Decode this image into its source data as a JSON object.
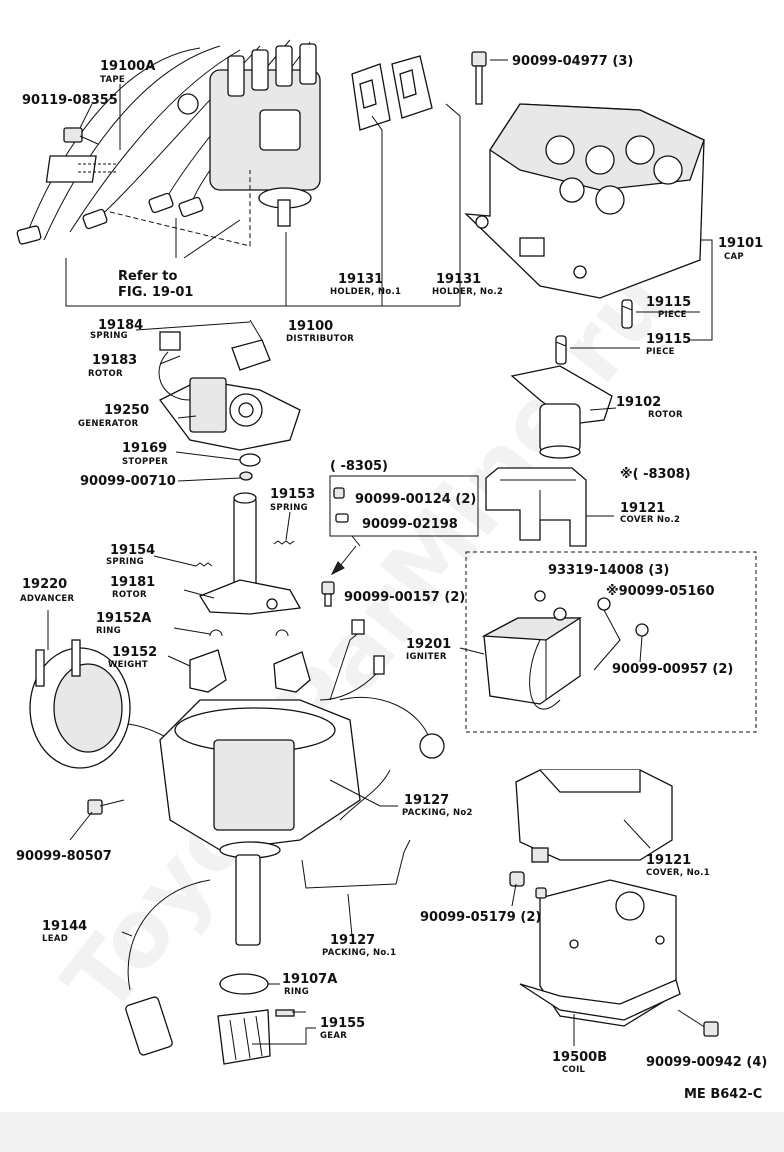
{
  "watermark": "ToyotaParMine.ru",
  "diagram_code": "ME B642-C",
  "refer": {
    "line1": "Refer to",
    "line2": "FIG. 19-01"
  },
  "variant_note_1": "(        -8305)",
  "variant_note_2": "※(        -8308)",
  "callouts": {
    "c19100A": {
      "number": "19100A",
      "name": "TAPE"
    },
    "c90119": {
      "number": "90119-08355"
    },
    "c90099_04977": {
      "number": "90099-04977 (3)"
    },
    "c19101": {
      "number": "19101",
      "name": "CAP"
    },
    "c19131a": {
      "number": "19131",
      "name": "HOLDER, No.1"
    },
    "c19131b": {
      "number": "19131",
      "name": "HOLDER, No.2"
    },
    "c19115a": {
      "number": "19115",
      "name": "PIECE"
    },
    "c19115b": {
      "number": "19115",
      "name": "PIECE"
    },
    "c19184": {
      "number": "19184",
      "name": "SPRING"
    },
    "c19100": {
      "number": "19100",
      "name": "DISTRIBUTOR"
    },
    "c19183": {
      "number": "19183",
      "name": "ROTOR"
    },
    "c19250": {
      "number": "19250",
      "name": "GENERATOR"
    },
    "c19102": {
      "number": "19102",
      "name": "ROTOR"
    },
    "c19169": {
      "number": "19169",
      "name": "STOPPER"
    },
    "c90099_00710": {
      "number": "90099-00710"
    },
    "c90099_00124": {
      "number": "90099-00124 (2)"
    },
    "c90099_02198": {
      "number": "90099-02198"
    },
    "c19121b": {
      "number": "19121",
      "name": "COVER No.2"
    },
    "c19153": {
      "number": "19153",
      "name": "SPRING"
    },
    "c19154": {
      "number": "19154",
      "name": "SPRING"
    },
    "c19220": {
      "number": "19220",
      "name": "ADVANCER"
    },
    "c19181": {
      "number": "19181",
      "name": "ROTOR"
    },
    "c90099_00157": {
      "number": "90099-00157 (2)"
    },
    "c93319": {
      "number": "93319-14008 (3)"
    },
    "c90099_05160": {
      "number": "※90099-05160"
    },
    "c19152A": {
      "number": "19152A",
      "name": "RING"
    },
    "c19201": {
      "number": "19201",
      "name": "IGNITER"
    },
    "c19152": {
      "number": "19152",
      "name": "WEIGHT"
    },
    "c90099_00957": {
      "number": "90099-00957 (2)"
    },
    "c19127b": {
      "number": "19127",
      "name": "PACKING, No2"
    },
    "c90099_80507": {
      "number": "90099-80507"
    },
    "c19121a": {
      "number": "19121",
      "name": "COVER, No.1"
    },
    "c19144": {
      "number": "19144",
      "name": "LEAD"
    },
    "c19127a": {
      "number": "19127",
      "name": "PACKING, No.1"
    },
    "c90099_05179": {
      "number": "90099-05179 (2)"
    },
    "c19107A": {
      "number": "19107A",
      "name": "RING"
    },
    "c19155": {
      "number": "19155",
      "name": "GEAR"
    },
    "c19500B": {
      "number": "19500B",
      "name": "COIL"
    },
    "c90099_00942": {
      "number": "90099-00942 (4)"
    }
  }
}
